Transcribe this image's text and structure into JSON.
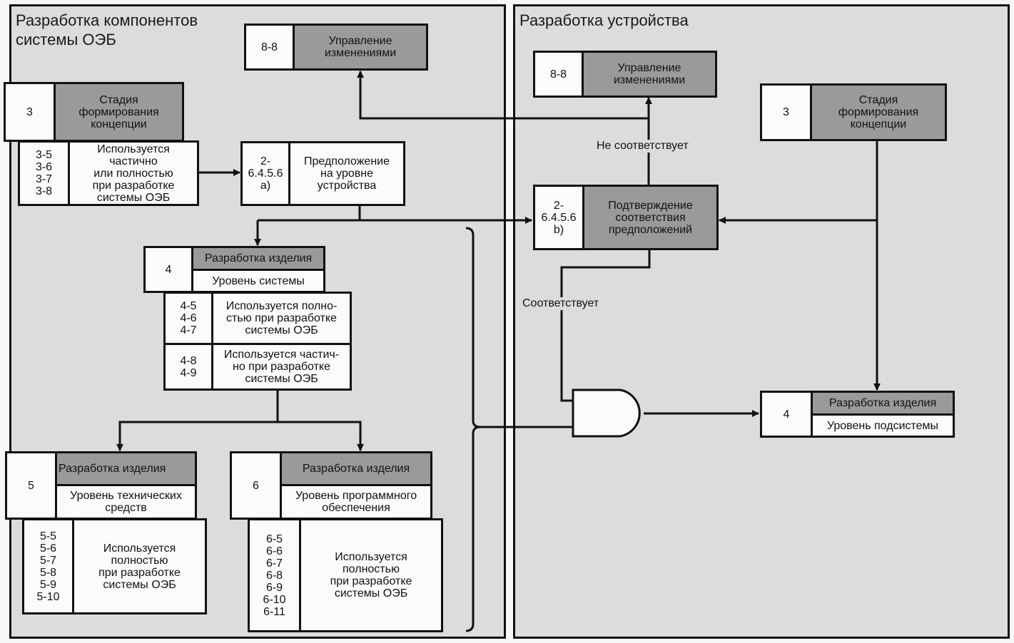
{
  "left_panel": {
    "title": "Разработка компонентов\nсистемы ОЭБ",
    "change_mgmt": {
      "num": "8-8",
      "label": "Управление\nизменениями"
    },
    "concept": {
      "num": "3",
      "label": "Стадия\nформирования\nконцепции"
    },
    "concept_usage": {
      "num": "3-5\n3-6\n3-7\n3-8",
      "label": "Используется\nчастично\nили полностью\nпри разработке\nсистемы ОЭБ"
    },
    "assumption": {
      "num": "2-\n6.4.5.6\na)",
      "label": "Предположение\nна уровне\nустройства"
    },
    "system_dev": {
      "num": "4",
      "header": "Разработка изделия",
      "sub": "Уровень системы"
    },
    "system_usage": [
      {
        "num": "4-5\n4-6\n4-7",
        "label": "Используется полно-\nстью при разработке\nсистемы ОЭБ"
      },
      {
        "num": "4-8\n4-9",
        "label": "Используется частич-\nно при разработке\nсистемы ОЭБ"
      }
    ],
    "hw_dev": {
      "num": "5",
      "header": "Разработка изделия",
      "sub": "Уровень технических\nсредств"
    },
    "hw_usage": {
      "num": "5-5\n5-6\n5-7\n5-8\n5-9\n5-10",
      "label": "Используется\nполностью\nпри разработке\nсистемы ОЭБ"
    },
    "sw_dev": {
      "num": "6",
      "header": "Разработка изделия",
      "sub": "Уровень программного\nобеспечения"
    },
    "sw_usage": {
      "num": "6-5\n6-6\n6-7\n6-8\n6-9\n6-10\n6-11",
      "label": "Используется\nполностью\nпри разработке\nсистемы ОЭБ"
    }
  },
  "right_panel": {
    "title": "Разработка устройства",
    "change_mgmt": {
      "num": "8-8",
      "label": "Управление\nизменениями"
    },
    "concept": {
      "num": "3",
      "label": "Стадия\nформирования\nконцепции"
    },
    "confirmation": {
      "num": "2-\n6.4.5.6\nb)",
      "label": "Подтверждение\nсоответствия\nпредположений"
    },
    "subsystem_dev": {
      "num": "4",
      "header": "Разработка изделия",
      "sub": "Уровень подсистемы"
    },
    "label_not_match": "Не соответствует",
    "label_match": "Соответствует"
  },
  "colors": {
    "background": "#dcdcdc",
    "header_fill": "#9a9a9a",
    "cell_fill": "#fbfbfb",
    "line": "#111111"
  }
}
